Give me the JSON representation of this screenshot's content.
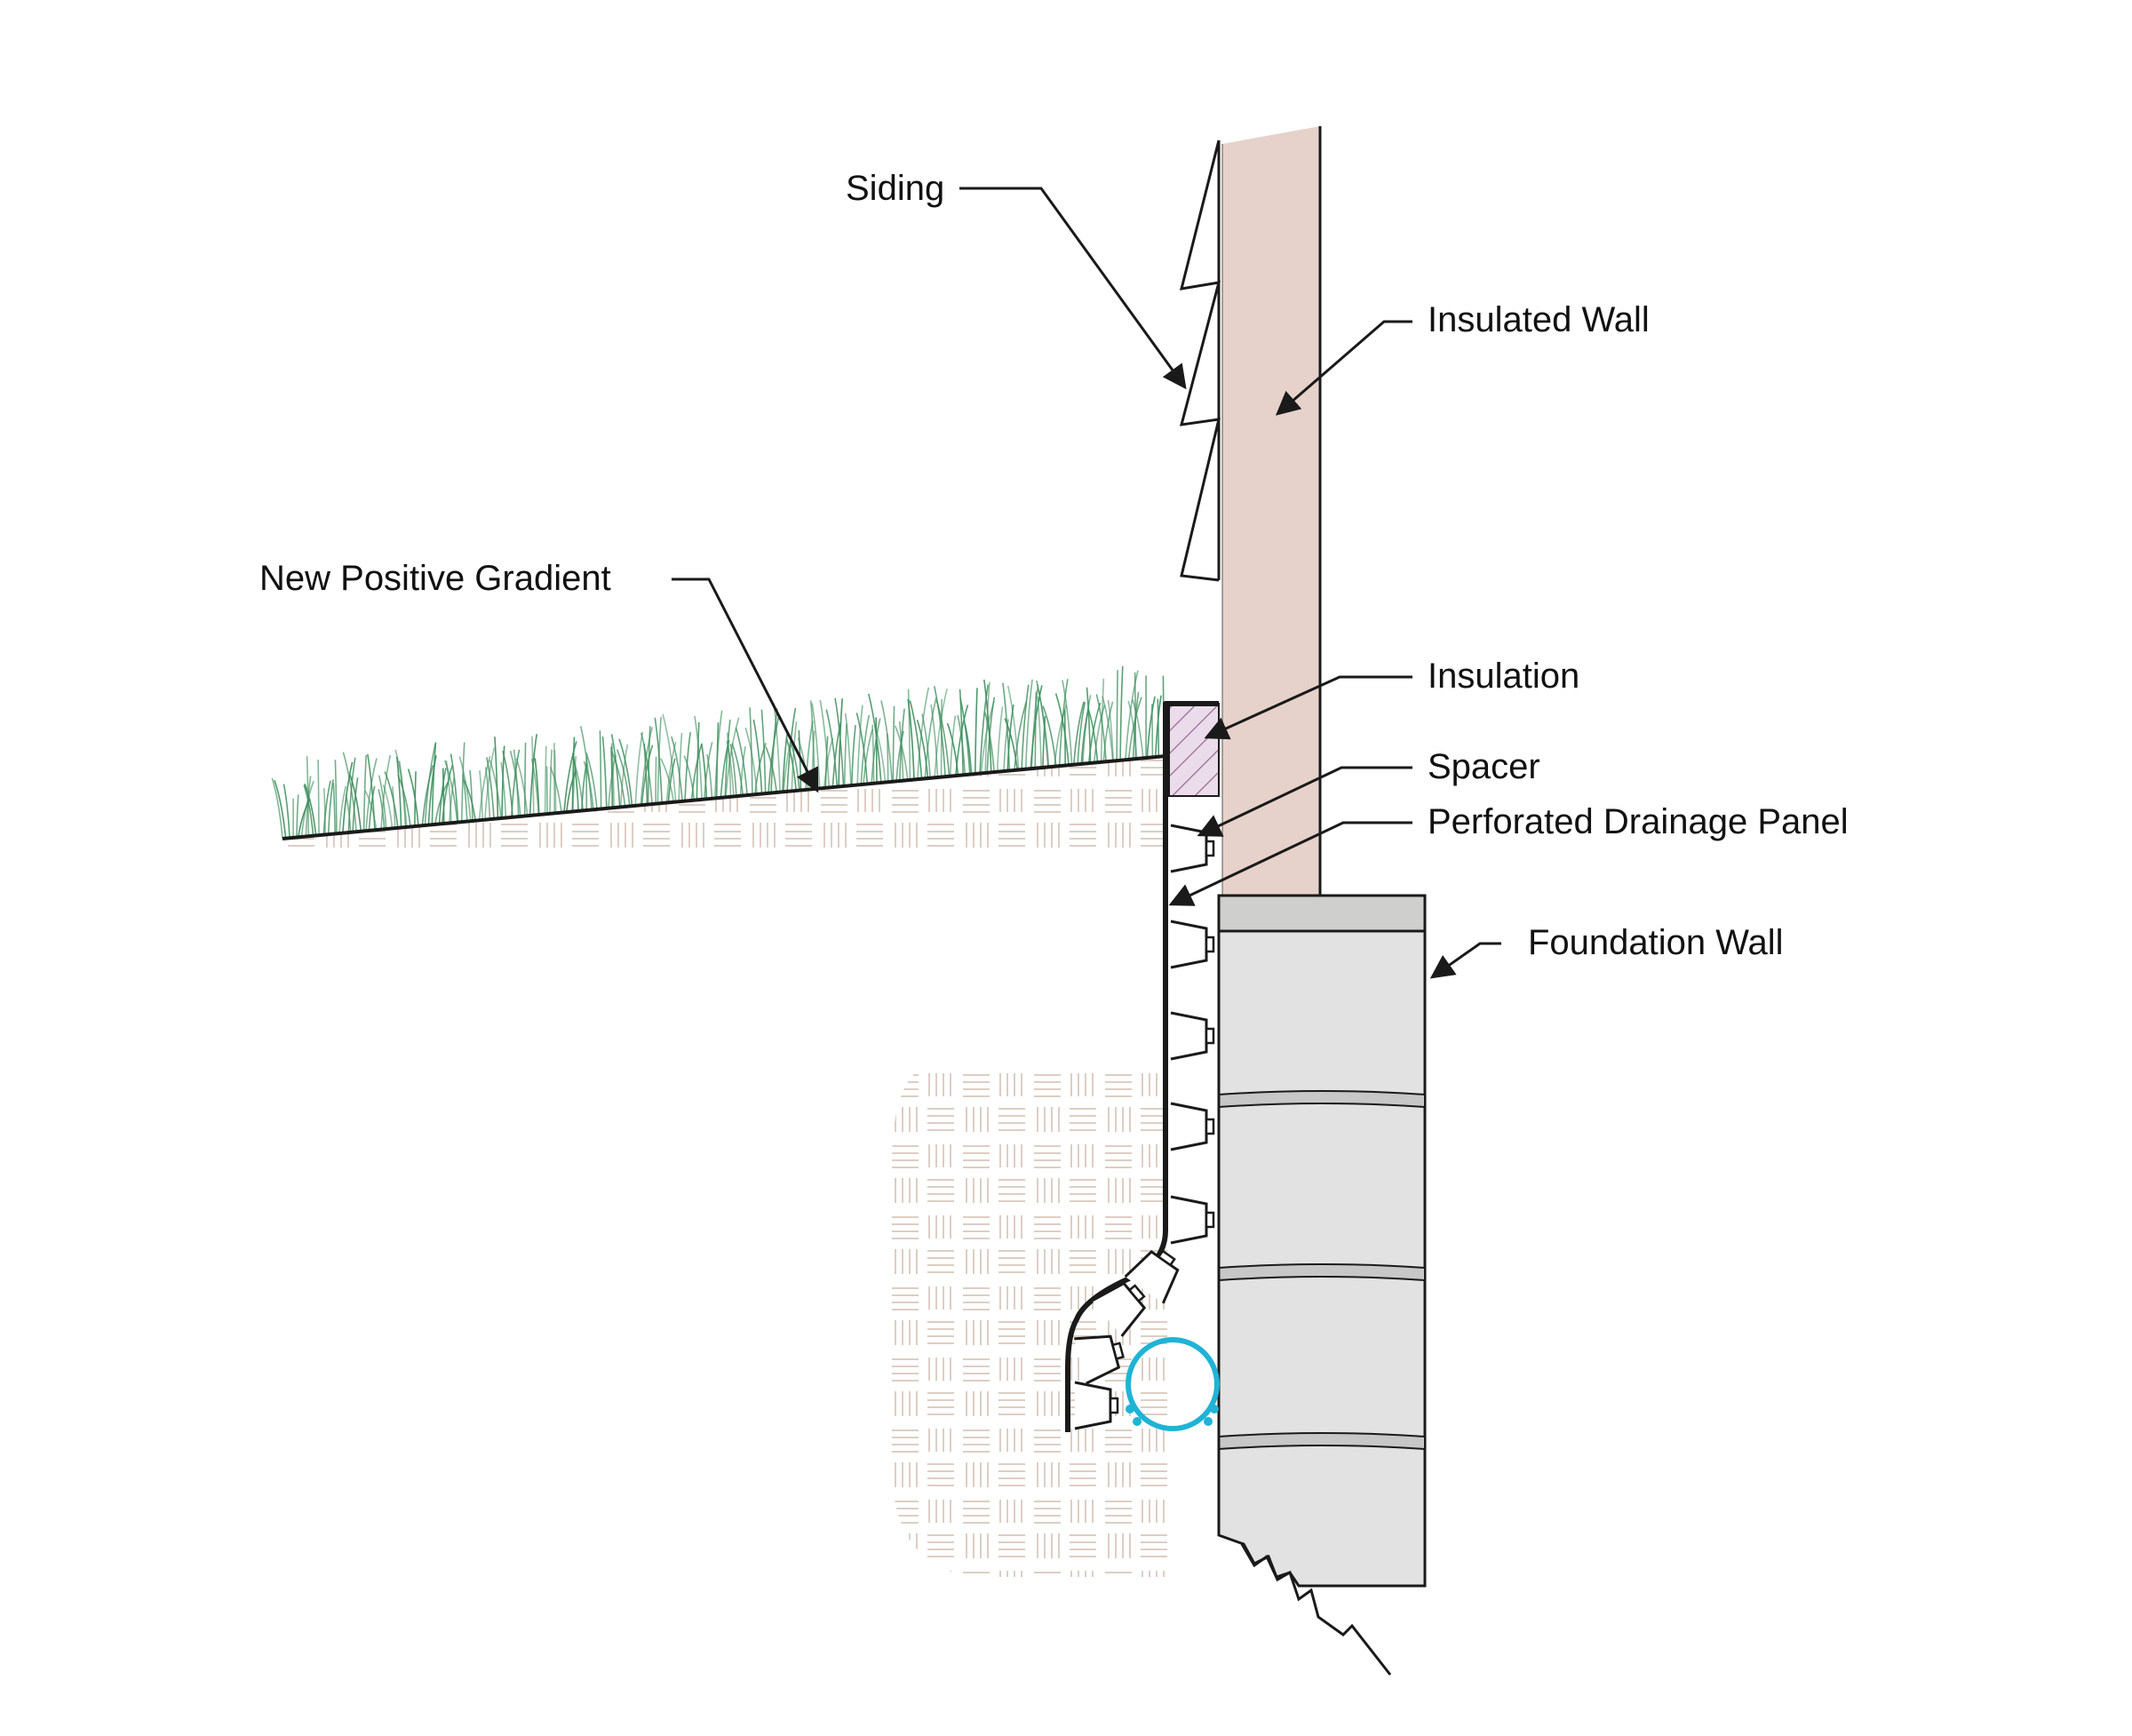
{
  "labels": {
    "siding": "Siding",
    "insulated_wall": "Insulated Wall",
    "new_positive_gradient": "New Positive Gradient",
    "insulation": "Insulation",
    "spacer": "Spacer",
    "perforated_drainage_panel": "Perforated Drainage Panel",
    "foundation_wall": "Foundation Wall"
  },
  "colors": {
    "insulated_wall": "#e6d2ca",
    "foundation_wall": "#e2e2e2",
    "foundation_cap": "#cfd0cd",
    "mortar_joint": "#c7c7c7",
    "insulation": "#eadcea",
    "insulation_hatch": "#9b6b8e",
    "grass": "#3f8f5e",
    "soil_pattern": "#d9c8bd",
    "drain_pipe": "#1fb3d6",
    "outline": "#1a1a1a"
  }
}
